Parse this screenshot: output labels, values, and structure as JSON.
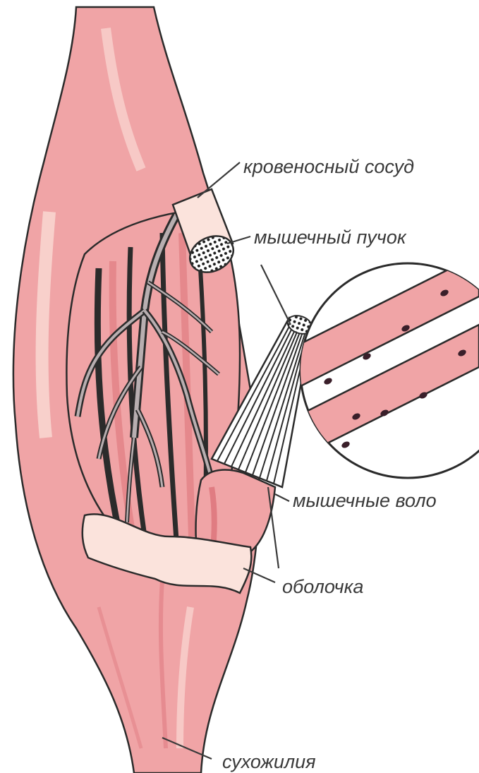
{
  "labels": {
    "blood_vessel": "кровеносный сосуд",
    "muscle_bundle": "мышечный пучок",
    "muscle_fibers": "мышечные воло",
    "sheath": "оболочка",
    "tendon": "сухожилия"
  },
  "colors": {
    "muscle_fill": "#f0a4a6",
    "muscle_dark": "#e07c82",
    "sheath_fill": "#fbe3dc",
    "vessel_fill": "#b8aeb0",
    "outline": "#2b2b2b",
    "nucleus": "#3a1f2a"
  }
}
